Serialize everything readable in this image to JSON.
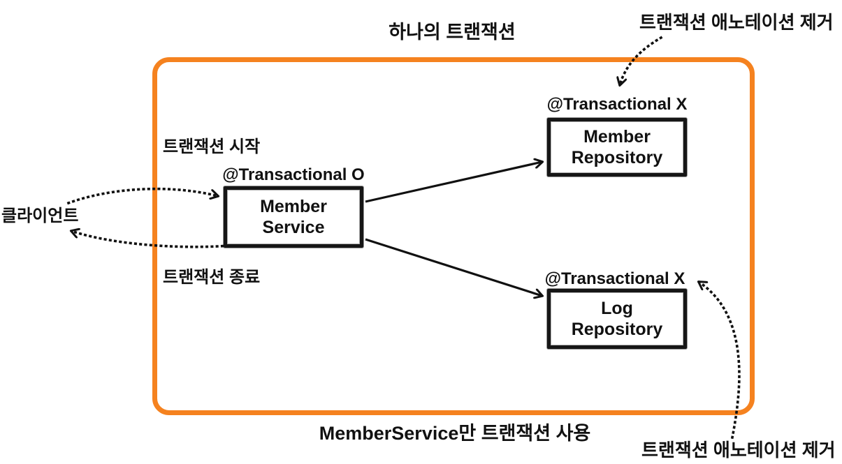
{
  "colors": {
    "frame_orange": "#F5821F",
    "ink": "#111111"
  },
  "labels": {
    "top_title": "하나의 트랜잭션",
    "bottom_title": "MemberService만 트랜잭션 사용",
    "annotation_remove_top": "트랜잭션 애노테이션 제거",
    "annotation_remove_bottom": "트랜잭션 애노테이션 제거",
    "client": "클라이언트",
    "tx_start": "트랜잭션 시작",
    "tx_end": "트랜잭션 종료",
    "transactional_on": "@Transactional O",
    "transactional_off_member_repository": "@Transactional X",
    "transactional_off_log_repository": "@Transactional X"
  },
  "nodes": {
    "member_service": {
      "lines": [
        "Member",
        "Service"
      ]
    },
    "member_repository": {
      "lines": [
        "Member",
        "Repository"
      ]
    },
    "log_repository": {
      "lines": [
        "Log",
        "Repository"
      ]
    }
  }
}
